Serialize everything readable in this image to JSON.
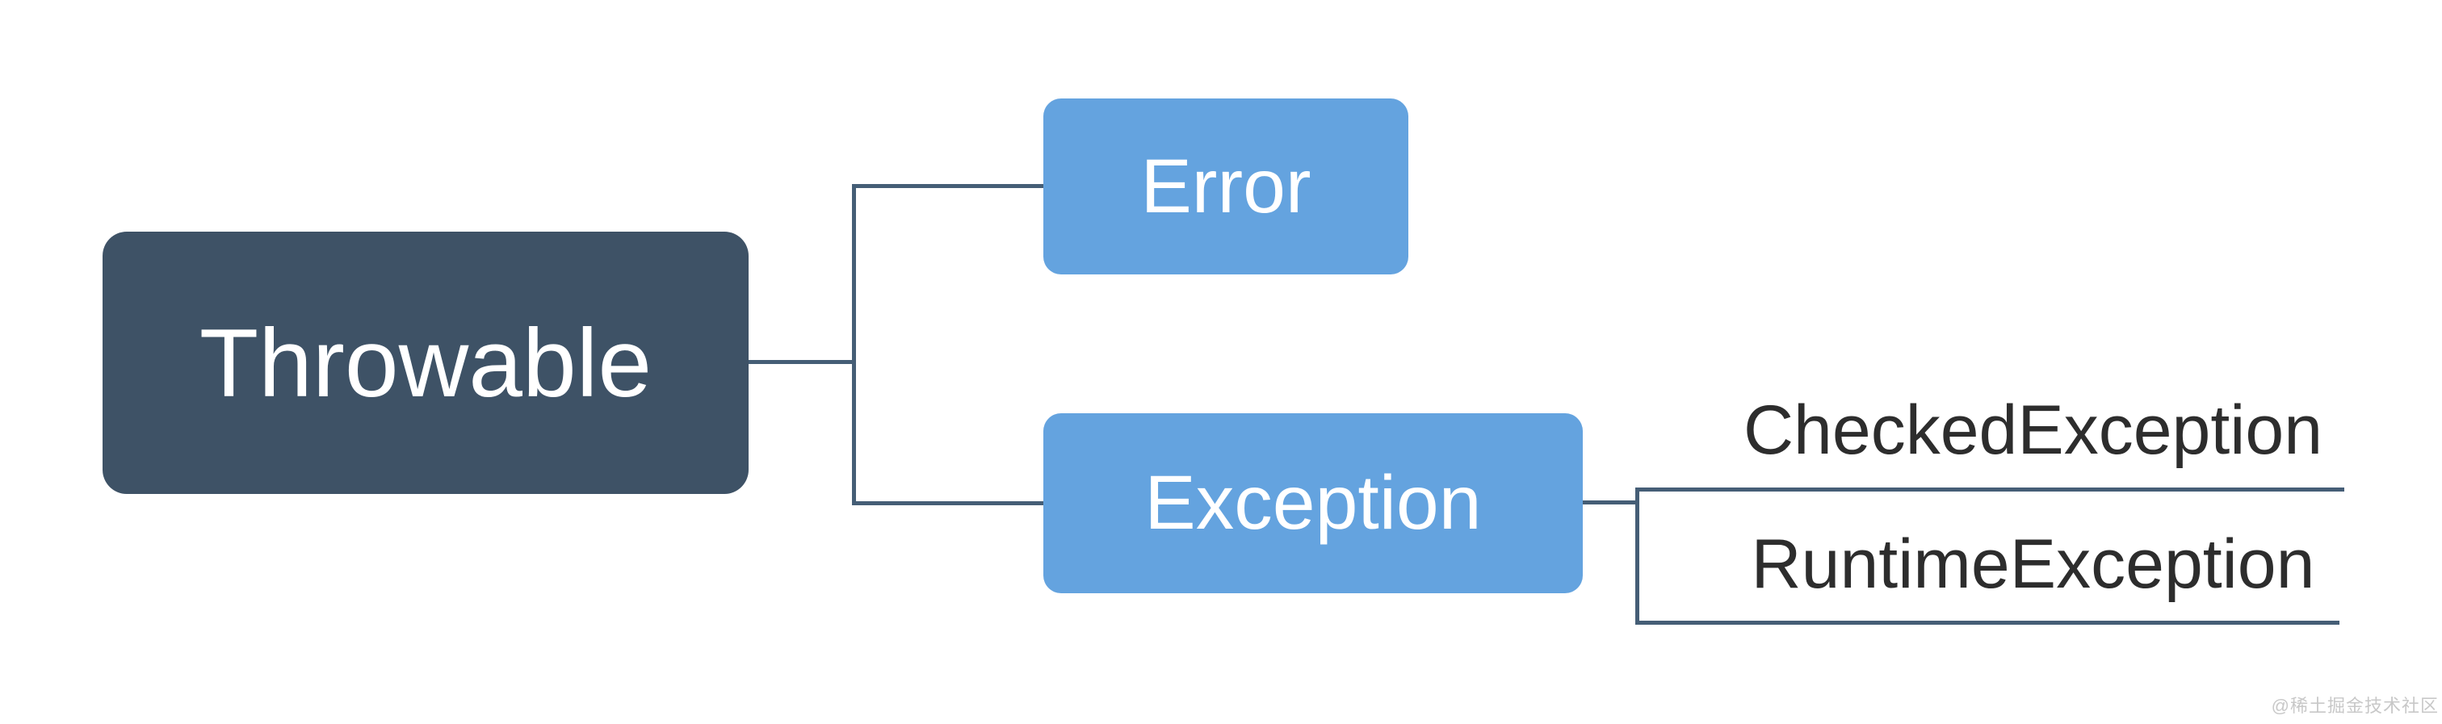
{
  "colors": {
    "background": "#FFFFFF",
    "root_fill": "#3E5266",
    "child_fill": "#64A3DF",
    "connector": "#455E76",
    "node_text": "#FFFFFF",
    "leaf_text": "#2D2D2D",
    "watermark_text": "#C8C8C8"
  },
  "diagram": {
    "type": "hierarchy",
    "root": {
      "label": "Throwable"
    },
    "children": [
      {
        "label": "Error",
        "parent": "Throwable"
      },
      {
        "label": "Exception",
        "parent": "Throwable"
      }
    ],
    "leaves": [
      {
        "label": "CheckedException",
        "parent": "Exception"
      },
      {
        "label": "RuntimeException",
        "parent": "Exception"
      }
    ]
  },
  "watermark": {
    "text": "@稀土掘金技术社区"
  }
}
